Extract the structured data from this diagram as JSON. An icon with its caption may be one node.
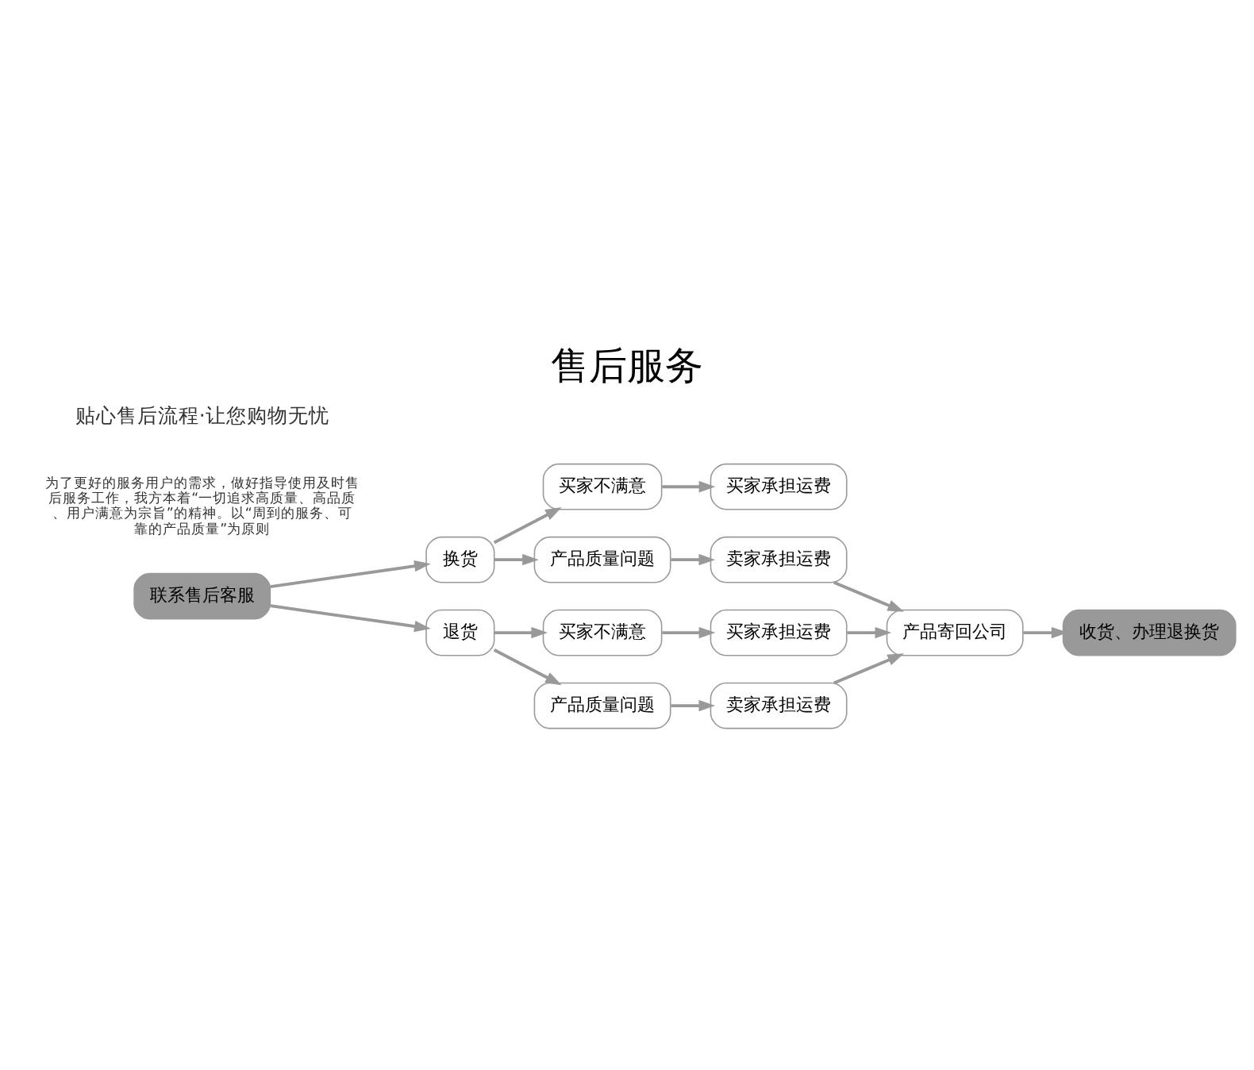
{
  "diagram": {
    "title": "售后服务",
    "nodes": [
      {
        "text": [
          "联系售后客服"
        ]
      },
      {
        "text": [
          "换货"
        ]
      },
      {
        "text": [
          "买家不满意"
        ]
      },
      {
        "text": [
          "买家承担运费"
        ]
      },
      {
        "text": [
          "产品质量问题"
        ]
      },
      {
        "text": [
          "卖家承担运费"
        ]
      },
      {
        "text": [
          "产品寄回公司"
        ]
      },
      {
        "text": [
          "收货、办理退换货"
        ]
      },
      {
        "text": [
          "退货"
        ]
      },
      {
        "text": [
          "买家不满意"
        ]
      },
      {
        "text": [
          "买家承担运费"
        ]
      },
      {
        "text": [
          "产品质量问题"
        ]
      },
      {
        "text": [
          "卖家承担运费"
        ]
      }
    ],
    "edges": [
      {
        "from": 0,
        "to": 1,
        "arrow": "to"
      },
      {
        "from": 0,
        "to": 8,
        "arrow": "to"
      },
      {
        "from": 1,
        "to": 2,
        "arrow": "to"
      },
      {
        "from": 1,
        "to": 4,
        "arrow": "to"
      },
      {
        "from": 2,
        "to": 3,
        "arrow": "to"
      },
      {
        "from": 4,
        "to": 5,
        "arrow": "to"
      },
      {
        "from": 5,
        "to": 6,
        "arrow": "to"
      },
      {
        "from": 6,
        "to": 7,
        "arrow": "to"
      },
      {
        "from": 8,
        "to": 9,
        "arrow": "to"
      },
      {
        "from": 8,
        "to": 11,
        "arrow": "to"
      },
      {
        "from": 9,
        "to": 10,
        "arrow": "to"
      },
      {
        "from": 11,
        "to": 12,
        "arrow": "to"
      },
      {
        "from": 10,
        "to": 6,
        "arrow": "to"
      },
      {
        "from": 12,
        "to": 6,
        "arrow": "to"
      }
    ],
    "labels": [
      "贴心售后流程·让您购物无忧",
      "为了更好的服务用户的需求，做好指导使用及时售后服务工作，我方本着“一切追求高质量、高品质、用户满意为宗旨”的精神。以“周到的服务、可靠的产品质量”为原则"
    ]
  }
}
